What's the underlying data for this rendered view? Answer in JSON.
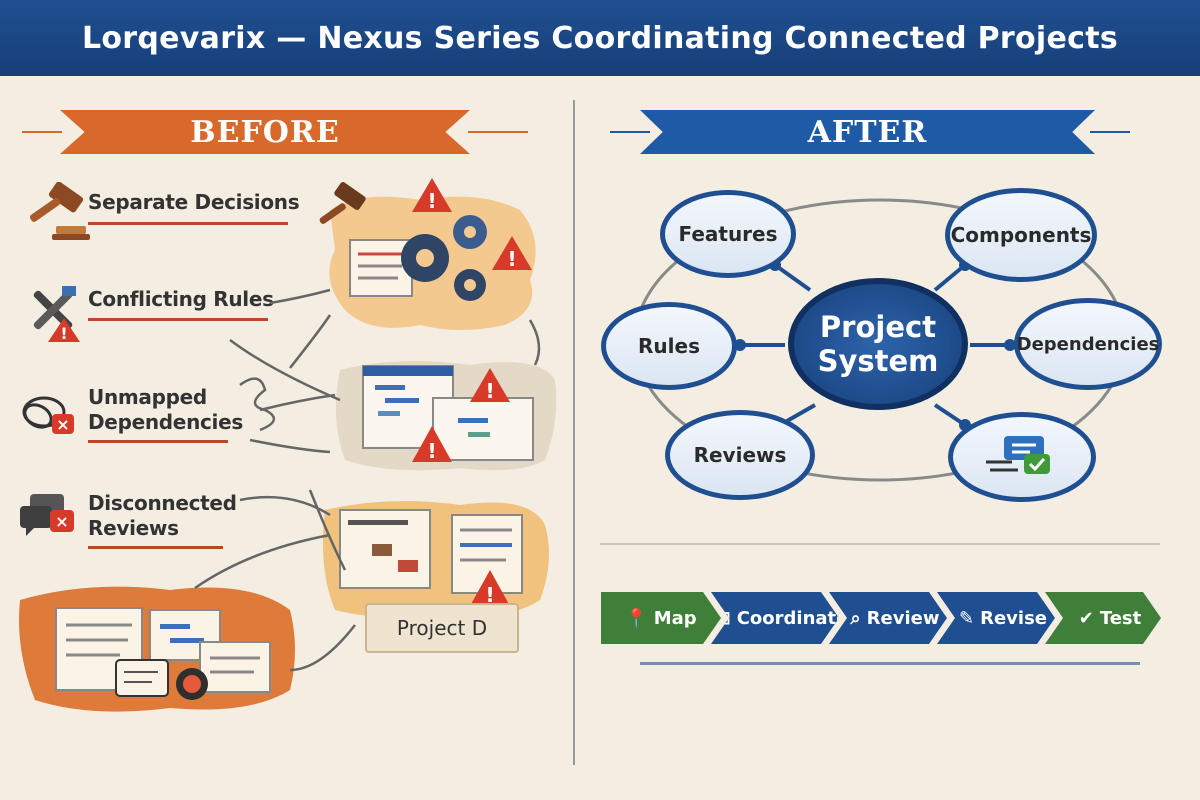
{
  "title": "Lorqevarix — Nexus Series Coordinating Connected Projects",
  "before": {
    "banner": "BEFORE",
    "issues": [
      {
        "label": "Separate Decisions",
        "icon": "gavel-icon"
      },
      {
        "label": "Conflicting Rules",
        "icon": "crossed-tools-icon"
      },
      {
        "label": "Unmapped Dependencies",
        "icon": "tangle-icon"
      },
      {
        "label": "Disconnected Reviews",
        "icon": "chat-error-icon"
      }
    ],
    "project_tag": "Project D"
  },
  "after": {
    "banner": "AFTER",
    "hub": "Project System",
    "nodes": {
      "features": "Features",
      "components": "Components",
      "rules": "Rules",
      "dependencies": "Dependencies",
      "reviews": "Reviews"
    },
    "steps": [
      {
        "label": "Map",
        "icon": "map-pin-icon",
        "color": "#3f7f3a"
      },
      {
        "label": "Coordinate",
        "icon": "coordinate-icon",
        "color": "#1f4f91"
      },
      {
        "label": "Review",
        "icon": "magnifier-icon",
        "color": "#1f4f91"
      },
      {
        "label": "Revise",
        "icon": "pencil-icon",
        "color": "#1f4f91"
      },
      {
        "label": "Test",
        "icon": "check-circle-icon",
        "color": "#3f7f3a"
      }
    ]
  },
  "colors": {
    "header": "#1f4f91",
    "before_accent": "#d9692a",
    "after_accent": "#1f5aa6",
    "warning": "#d83a2a",
    "success": "#3f9a3a"
  }
}
